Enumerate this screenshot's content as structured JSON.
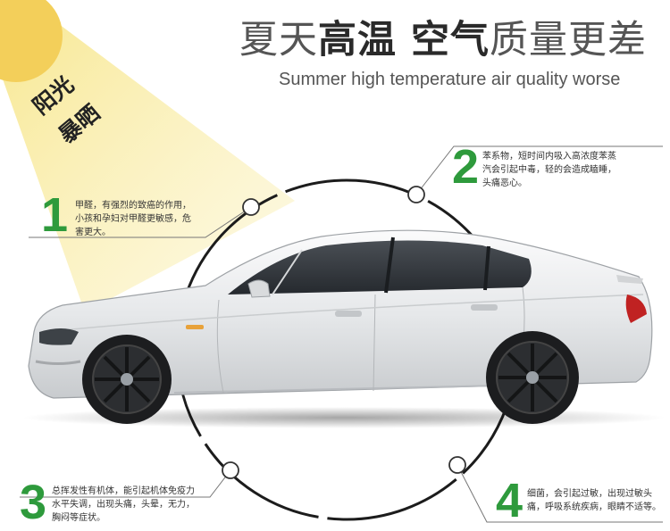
{
  "header": {
    "title_part1": "夏天",
    "title_part2": "高温 空气",
    "title_part3": "质量更差",
    "subtitle": "Summer high temperature air quality worse"
  },
  "sun": {
    "line1": "阳光",
    "line2": "暴晒"
  },
  "callouts": [
    {
      "number": "1",
      "lines": [
        "甲醛，有强烈的致癌的作用，",
        "小孩和孕妇对甲醛更敏感，危",
        "害更大。"
      ]
    },
    {
      "number": "2",
      "lines": [
        "苯系物，短时间内吸入高浓度苯蒸",
        "汽会引起中毒，轻的会造成瞌睡，",
        "头痛恶心。"
      ]
    },
    {
      "number": "3",
      "lines": [
        "总挥发性有机体，能引起机体免疫力",
        "水平失调，出现头痛，头晕，无力，",
        "胸闷等症状。"
      ]
    },
    {
      "number": "4",
      "lines": [
        "细菌，会引起过敏，出现过敏头",
        "痛，呼吸系统疾病，眼睛不适等。"
      ]
    }
  ],
  "colors": {
    "accent_green": "#2e9a3c",
    "sun_yellow": "#f3cf5a",
    "car_body": "#e9ebed"
  }
}
